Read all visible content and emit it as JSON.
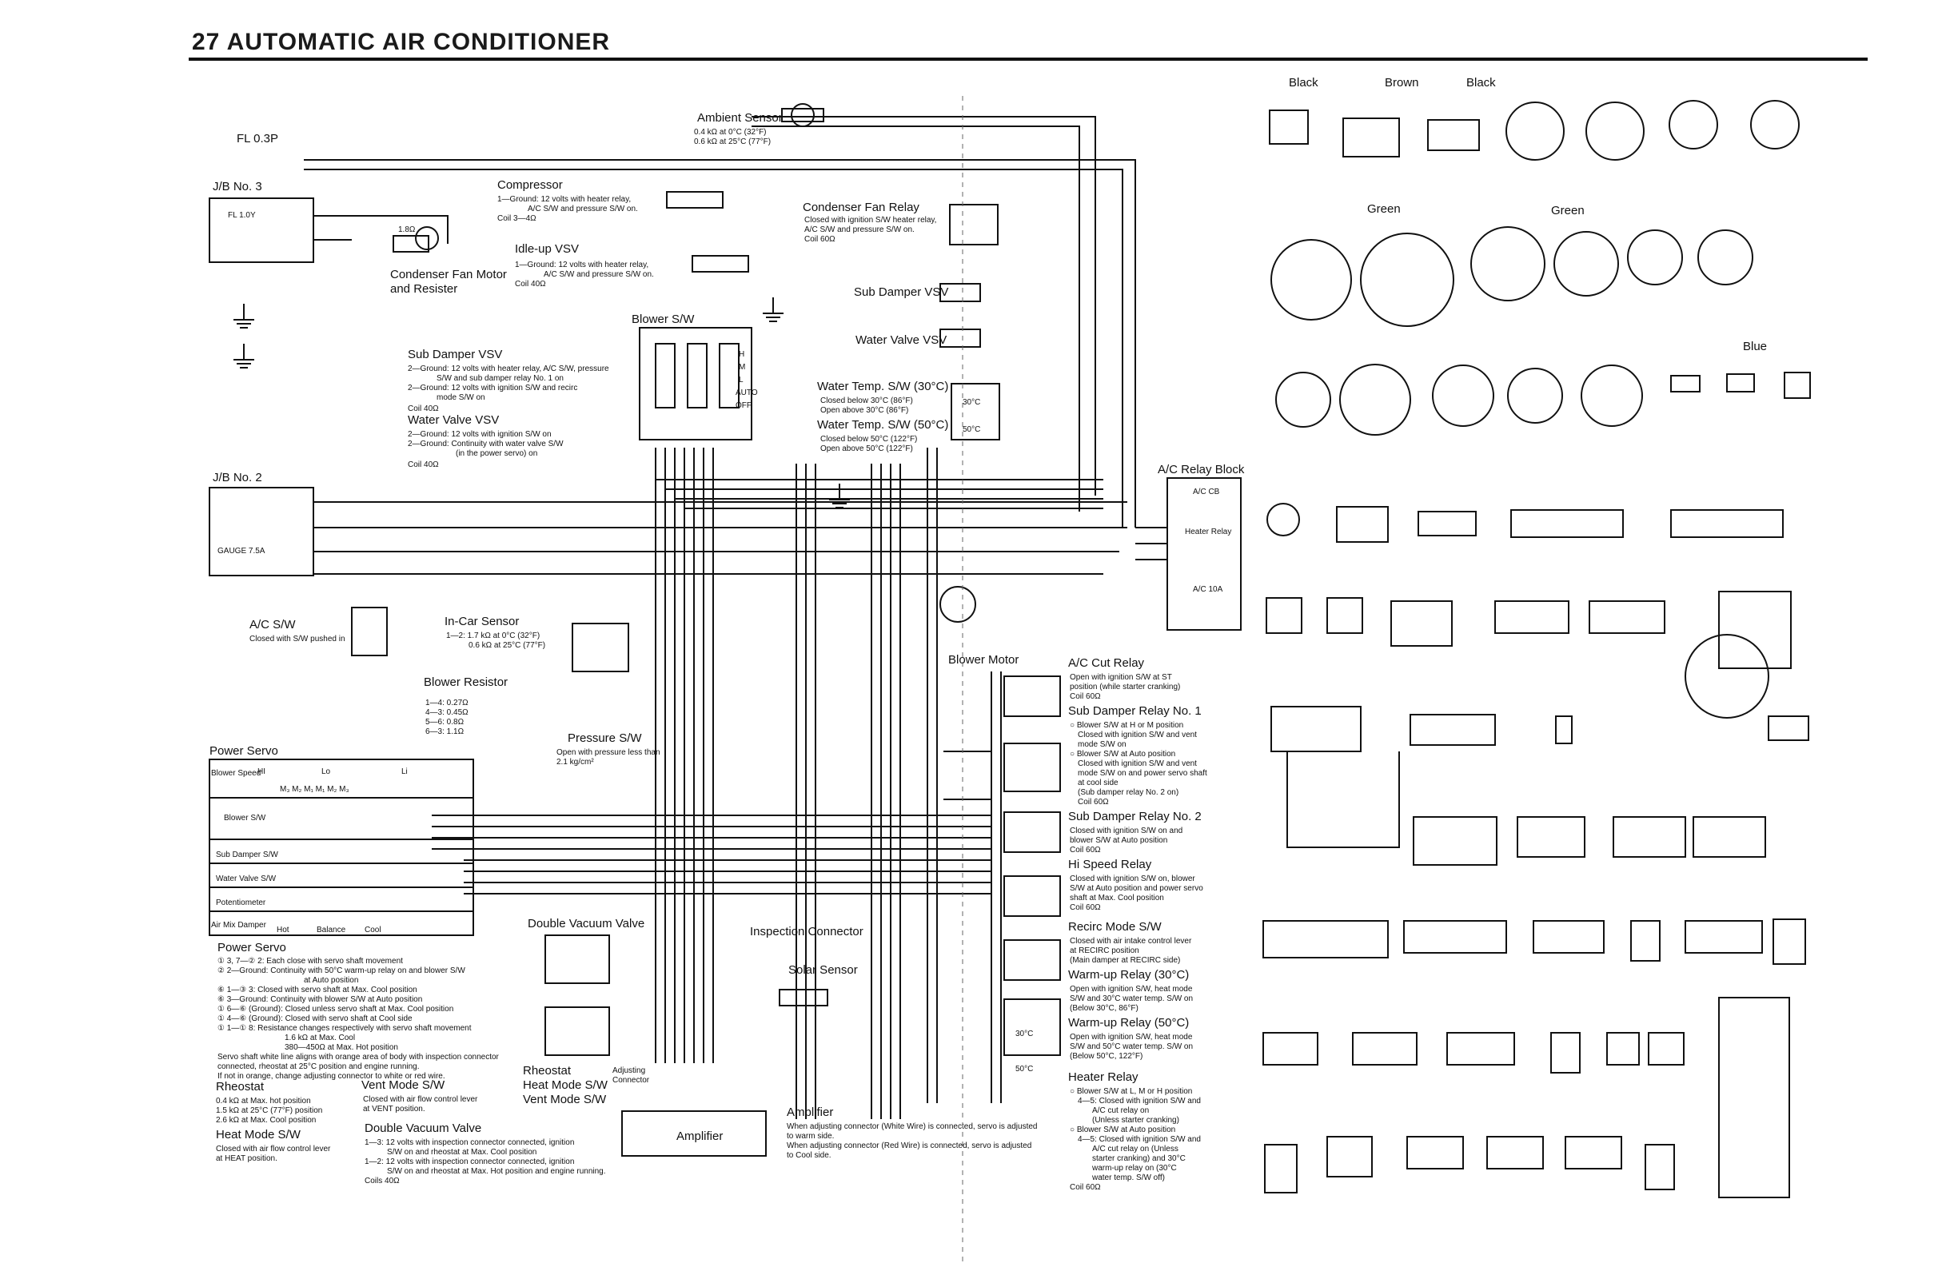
{
  "header": {
    "section_number": "27",
    "title": "AUTOMATIC AIR CONDITIONER"
  },
  "components": {
    "fl_fuse": "FL 0.3P",
    "jb3": "J/B No. 3",
    "jb3_fuse": "FL 1.0Y",
    "jb2": "J/B No. 2",
    "gauge_fuse": "GAUGE 7.5A",
    "condenser_fan_motor": "Condenser Fan Motor",
    "condenser_fan_motor_2": "and Resister",
    "resistor_value": "1.8Ω",
    "ambient_sensor": "Ambient Sensor",
    "ambient_note_1": "0.4 kΩ at 0°C (32°F)",
    "ambient_note_2": "0.6 kΩ at 25°C (77°F)",
    "compressor": "Compressor",
    "compressor_note_1": "1—Ground: 12 volts with heater relay,",
    "compressor_note_2": "A/C S/W and pressure S/W on.",
    "compressor_note_3": "Coil 3—4Ω",
    "idle_up_vsv": "Idle-up VSV",
    "idle_note_1": "1—Ground: 12 volts with heater relay,",
    "idle_note_2": "A/C S/W and pressure S/W on.",
    "idle_note_3": "Coil 40Ω",
    "condenser_fan_relay": "Condenser Fan Relay",
    "cfr_note_1": "Closed with ignition S/W heater relay,",
    "cfr_note_2": "A/C S/W and pressure S/W on.",
    "cfr_note_3": "Coil 60Ω",
    "sub_damper_vsv": "Sub Damper VSV",
    "water_valve_vsv": "Water Valve VSV",
    "blower_sw": "Blower S/W",
    "blower_sw_h": "H",
    "blower_sw_m": "M",
    "blower_sw_l": "L",
    "blower_sw_auto": "AUTO",
    "blower_sw_off": "OFF",
    "sdv_box_title": "Sub Damper VSV",
    "sdv_note_1": "2—Ground: 12 volts with heater relay, A/C S/W, pressure",
    "sdv_note_2": "S/W and sub damper relay No. 1 on",
    "sdv_note_3": "2—Ground: 12 volts with ignition S/W and recirc",
    "sdv_note_4": "mode S/W on",
    "sdv_note_5": "Coil 40Ω",
    "wvv_box_title": "Water Valve VSV",
    "wvv_note_1": "2—Ground: 12 volts with ignition S/W on",
    "wvv_note_2": "2—Ground: Continuity with water valve S/W",
    "wvv_note_3": "(in the power servo) on",
    "wvv_note_4": "Coil 40Ω",
    "water_temp_30": "Water Temp. S/W (30°C)",
    "wt30_note_1": "Closed below 30°C (86°F)",
    "wt30_note_2": "Open above 30°C (86°F)",
    "water_temp_50": "Water Temp. S/W (50°C)",
    "wt50_note_1": "Closed below 50°C (122°F)",
    "wt50_note_2": "Open above 50°C (122°F)",
    "sw_30c": "30°C",
    "sw_50c": "50°C",
    "ac_relay_block": "A/C Relay Block",
    "ac_cb": "A/C CB",
    "heater_relay_sm": "Heater Relay",
    "ac_10a": "A/C 10A",
    "ac_sw": "A/C S/W",
    "ac_sw_note": "Closed with S/W pushed in",
    "in_car_sensor": "In-Car Sensor",
    "ics_note_1": "1—2: 1.7 kΩ at 0°C (32°F)",
    "ics_note_2": "0.6 kΩ at 25°C (77°F)",
    "blower_motor": "Blower Motor",
    "blower_resistor": "Blower Resistor",
    "br_note_1": "1—4: 0.27Ω",
    "br_note_2": "4—3: 0.45Ω",
    "br_note_3": "5—6: 0.8Ω",
    "br_note_4": "6—3: 1.1Ω",
    "pressure_sw": "Pressure S/W",
    "ps_note_1": "Open with pressure less than",
    "ps_note_2": "2.1 kg/cm²",
    "power_servo": "Power Servo",
    "ps_hi": "HI",
    "ps_lo": "Lo",
    "ps_li": "Li",
    "blower_speed": "Blower Speed",
    "blower_speed_marks": "M₃ M₂ M₁     M₁ M₂ M₃",
    "row_blower_sw": "Blower S/W",
    "row_sub_damper": "Sub Damper S/W",
    "row_water_valve": "Water Valve S/W",
    "row_potentiometer": "Potentiometer",
    "row_air_mix": "Air Mix Damper",
    "air_hot": "Hot",
    "air_balance": "Balance",
    "air_cool": "Cool",
    "ps2_title": "Power Servo",
    "ps2_note_1": "① 3, 7—② 2:  Each close with servo shaft movement",
    "ps2_note_2": "② 2—Ground:  Continuity with 50°C warm-up relay on and blower S/W",
    "ps2_note_3": "at Auto position",
    "ps2_note_4": "⑥ 1—③ 3: Closed with servo shaft at Max. Cool position",
    "ps2_note_5": "⑥ 3—Ground:  Continuity with blower S/W at Auto position",
    "ps2_note_6": "① 6—⑥ (Ground): Closed unless servo shaft at Max. Cool position",
    "ps2_note_7": "① 4—⑥ (Ground): Closed with servo shaft at Cool side",
    "ps2_note_8": "① 1—① 8: Resistance changes respectively with servo shaft movement",
    "ps2_note_9": "1.6 kΩ at Max. Cool",
    "ps2_note_10": "380—450Ω at Max. Hot position",
    "ps2_note_11": "Servo shaft white line aligns with orange area of body with inspection connector",
    "ps2_note_12": "connected, rheostat at 25°C position and engine running.",
    "ps2_note_13": "If not in orange, change adjusting connector to white or red wire.",
    "rheostat": "Rheostat",
    "rh_note_1": "0.4 kΩ at Max. hot position",
    "rh_note_2": "1.5 kΩ at 25°C (77°F) position",
    "rh_note_3": "2.6 kΩ at Max. Cool position",
    "vent_mode_sw": "Vent Mode S/W",
    "vm_note_1": "Closed with air flow control lever",
    "vm_note_2": "at VENT position.",
    "heat_mode_sw": "Heat Mode S/W",
    "hm_note_1": "Closed with air flow control lever",
    "hm_note_2": "at HEAT position.",
    "dvv_box_title": "Double Vacuum Valve",
    "dvv_note_1": "1—3: 12 volts with inspection connector connected, ignition",
    "dvv_note_2": "S/W on and rheostat at Max. Cool position",
    "dvv_note_3": "1—2: 12 volts with inspection connector connected, ignition",
    "dvv_note_4": "S/W on and rheostat at Max. Hot position and engine running.",
    "dvv_note_5": "Coils 40Ω",
    "double_vacuum_valve": "Double Vacuum Valve",
    "inspection_connector": "Inspection Connector",
    "solar_sensor": "Solar Sensor",
    "rheostat_lbl": "Rheostat",
    "heat_mode_lbl": "Heat Mode S/W",
    "vent_mode_lbl": "Vent Mode S/W",
    "adjusting_connector": "Adjusting",
    "adjusting_connector_2": "Connector",
    "amplifier": "Amplifier",
    "amp_title": "Amplifier",
    "amp_note_1": "When adjusting connector (White Wire) is connected, servo is adjusted",
    "amp_note_2": "to warm side.",
    "amp_note_3": "When adjusting connector (Red Wire) is connected, servo is adjusted",
    "amp_note_4": "to Cool side.",
    "ac_cut_relay": "A/C Cut Relay",
    "acc_note_1": "Open with ignition S/W at ST",
    "acc_note_2": "position (while starter cranking)",
    "acc_note_3": "Coil 60Ω",
    "sdr1": "Sub Damper Relay No. 1",
    "sdr1_note_1": "○ Blower S/W at H or M position",
    "sdr1_note_2": "Closed with ignition S/W and vent",
    "sdr1_note_3": "mode S/W on",
    "sdr1_note_4": "○ Blower S/W at Auto position",
    "sdr1_note_5": "Closed with ignition S/W and vent",
    "sdr1_note_6": "mode S/W on and power servo shaft",
    "sdr1_note_7": "at cool side",
    "sdr1_note_8": "(Sub damper relay No. 2 on)",
    "sdr1_note_9": "Coil 60Ω",
    "sdr2": "Sub Damper Relay No. 2",
    "sdr2_note_1": "Closed with ignition S/W on and",
    "sdr2_note_2": "blower S/W at Auto position",
    "sdr2_note_3": "Coil 60Ω",
    "hi_speed_relay": "Hi Speed Relay",
    "hsr_note_1": "Closed with ignition S/W on, blower",
    "hsr_note_2": "S/W at Auto position and power servo",
    "hsr_note_3": "shaft at Max. Cool position",
    "hsr_note_4": "Coil 60Ω",
    "recirc_mode_sw": "Recirc Mode S/W",
    "rm_note_1": "Closed with air intake control lever",
    "rm_note_2": "at RECIRC position",
    "rm_note_3": "(Main damper at RECIRC side)",
    "warmup_30": "Warm-up Relay (30°C)",
    "wu30_note_1": "Open with ignition S/W, heat mode",
    "wu30_note_2": "S/W and 30°C water temp. S/W on",
    "wu30_note_3": "(Below 30°C, 86°F)",
    "warmup_50": "Warm-up Relay (50°C)",
    "wu50_note_1": "Open with ignition S/W, heat mode",
    "wu50_note_2": "S/W and 50°C water temp. S/W on",
    "wu50_note_3": "(Below 50°C, 122°F)",
    "heater_relay": "Heater Relay",
    "hr_note_1": "○ Blower S/W at L, M or H position",
    "hr_note_2": "4—5: Closed with ignition S/W and",
    "hr_note_3": "A/C cut relay on",
    "hr_note_4": "(Unless starter cranking)",
    "hr_note_5": "○ Blower S/W at Auto position",
    "hr_note_6": "4—5: Closed with ignition S/W and",
    "hr_note_7": "A/C cut relay on (Unless",
    "hr_note_8": "starter cranking) and 30°C",
    "hr_note_9": "warm-up relay on (30°C",
    "hr_note_10": "water temp. S/W off)",
    "hr_note_11": "Coil 60Ω",
    "relay_30c": "30°C",
    "relay_50c": "50°C"
  },
  "connector_views": {
    "A": "Black",
    "B": "Brown",
    "C": "Black",
    "I": "Green",
    "J": "Green",
    "Q": "Blue"
  }
}
